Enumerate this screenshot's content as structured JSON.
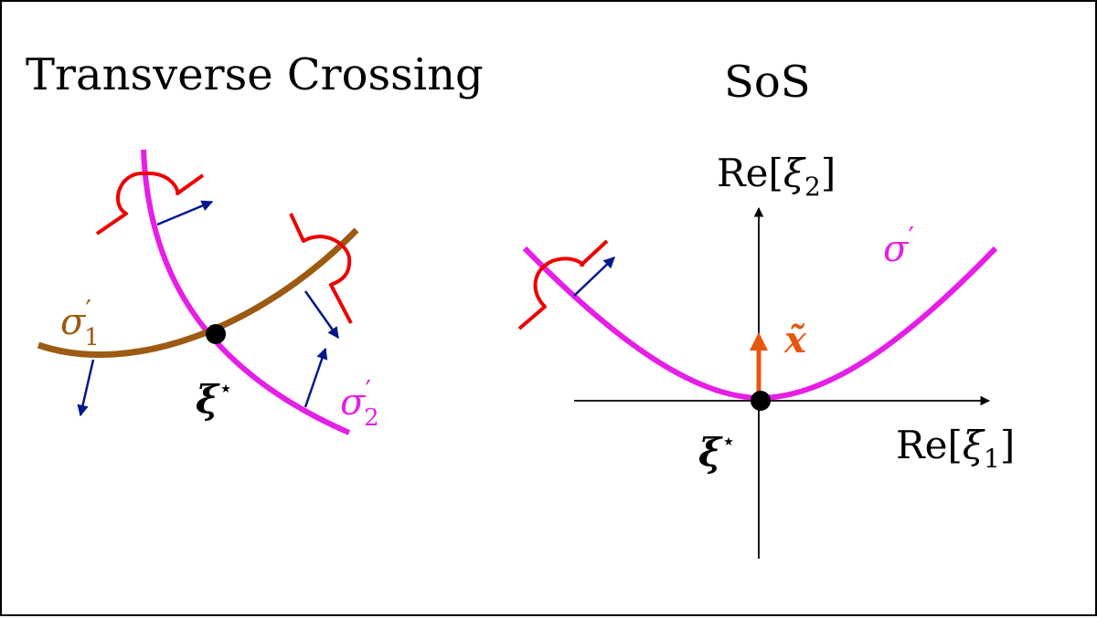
{
  "panels": {
    "left": {
      "title": "Transverse Crossing",
      "labels": {
        "sigma1_base": "σ",
        "sigma1_prime": "′",
        "sigma1_sub": "1",
        "sigma2_base": "σ",
        "sigma2_prime": "′",
        "sigma2_sub": "2",
        "xi_star_base": "ξ",
        "xi_star_sup": "⋆"
      }
    },
    "right": {
      "title": "SoS",
      "labels": {
        "y_axis_pre": "Re[",
        "y_axis_sym": "ξ",
        "y_axis_sub": "2",
        "y_axis_post": "]",
        "x_axis_pre": "Re[",
        "x_axis_sym": "ξ",
        "x_axis_sub": "1",
        "x_axis_post": "]",
        "sigma_base": "σ",
        "sigma_prime": "′",
        "x_tilde": "x̃",
        "xi_star_base": "ξ",
        "xi_star_sup": "⋆"
      }
    }
  },
  "colors": {
    "magenta": "#e61ee6",
    "brown": "#9c5a12",
    "red": "#ee0000",
    "navy": "#00188c",
    "orange": "#e8560e",
    "black": "#000000"
  }
}
